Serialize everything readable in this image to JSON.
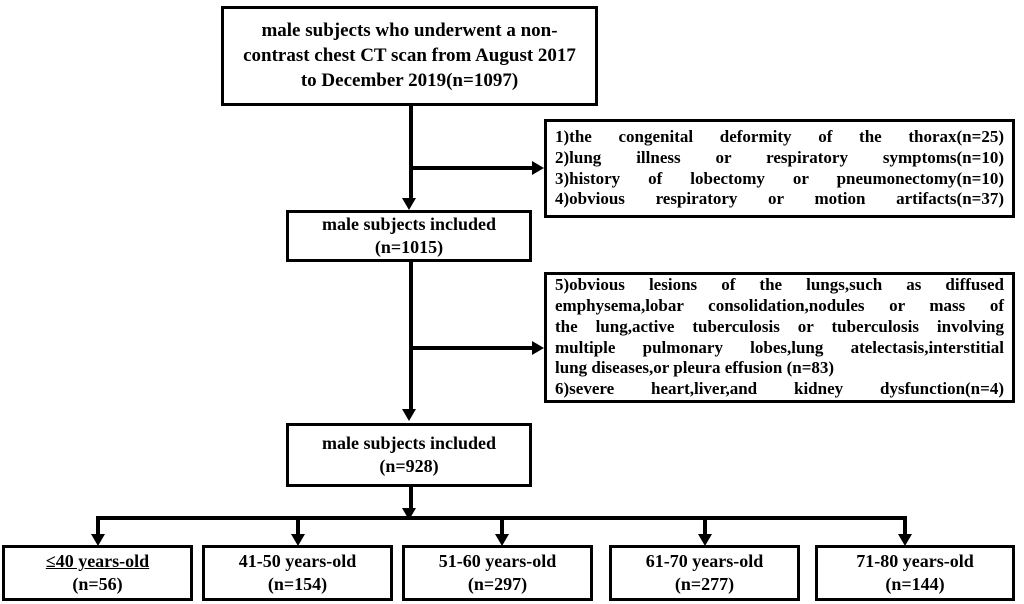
{
  "diagram": {
    "type": "flowchart",
    "title": "Study participant selection flow diagram",
    "colors": {
      "stroke": "#000000",
      "background": "#ffffff",
      "text": "#000000"
    },
    "nodes": {
      "top": {
        "name": "enrolled-subjects",
        "line1": "male subjects who underwent a non-",
        "line2": "contrast chest CT scan from August 2017",
        "line3": "to  December  2019(n=1097)",
        "count": 1097
      },
      "included_1": {
        "name": "male-subjects-included-1015",
        "line1": "male subjects included",
        "line2": "(n=1015)",
        "count": 1015
      },
      "included_2": {
        "name": "male-subjects-included-928",
        "line1": "male subjects included",
        "line2": "(n=928)",
        "count": 928
      }
    },
    "exclusions_1": {
      "name": "first-exclusion-criteria",
      "items": [
        {
          "label": "1)the  congenital  deformity  of  the  thorax(n=25)",
          "n": 25
        },
        {
          "label": "2)lung  illness  or  respiratory  symptoms(n=10)",
          "n": 10
        },
        {
          "label": "3)history  of  lobectomy  or  pneumonectomy(n=10)",
          "n": 10
        },
        {
          "label": "4)obvious  respiratory  or  motion  artifacts(n=37)",
          "n": 37
        }
      ]
    },
    "exclusions_2": {
      "name": "second-exclusion-criteria",
      "item5": {
        "l1": "5)obvious  lesions  of  the  lungs,such  as  diffused",
        "l2": "emphysema,lobar  consolidation,nodules  or  mass  of",
        "l3": "the  lung,active  tuberculosis  or  tuberculosis  involving",
        "l4": "multiple  pulmonary   lobes,lung  atelectasis,interstitial",
        "l5": "lung diseases,or pleura effusion  (n=83)",
        "n": 83
      },
      "item6": {
        "l1": "6)severe  heart,liver,and  kidney  dysfunction(n=4)",
        "n": 4
      }
    },
    "age_groups": [
      {
        "name": "age-group-le-40",
        "label": "≤40 years-old",
        "count_label": "(n=56)",
        "count": 56,
        "underlined_prefix": true
      },
      {
        "name": "age-group-41-50",
        "label": "41-50 years-old",
        "count_label": "(n=154)",
        "count": 154,
        "underlined_prefix": false
      },
      {
        "name": "age-group-51-60",
        "label": "51-60  years-old",
        "count_label": "(n=297)",
        "count": 297,
        "underlined_prefix": false
      },
      {
        "name": "age-group-61-70",
        "label": "61-70  years-old",
        "count_label": "(n=277)",
        "count": 277,
        "underlined_prefix": false
      },
      {
        "name": "age-group-71-80",
        "label": "71-80 years-old",
        "count_label": "(n=144)",
        "count": 144,
        "underlined_prefix": false
      }
    ]
  }
}
